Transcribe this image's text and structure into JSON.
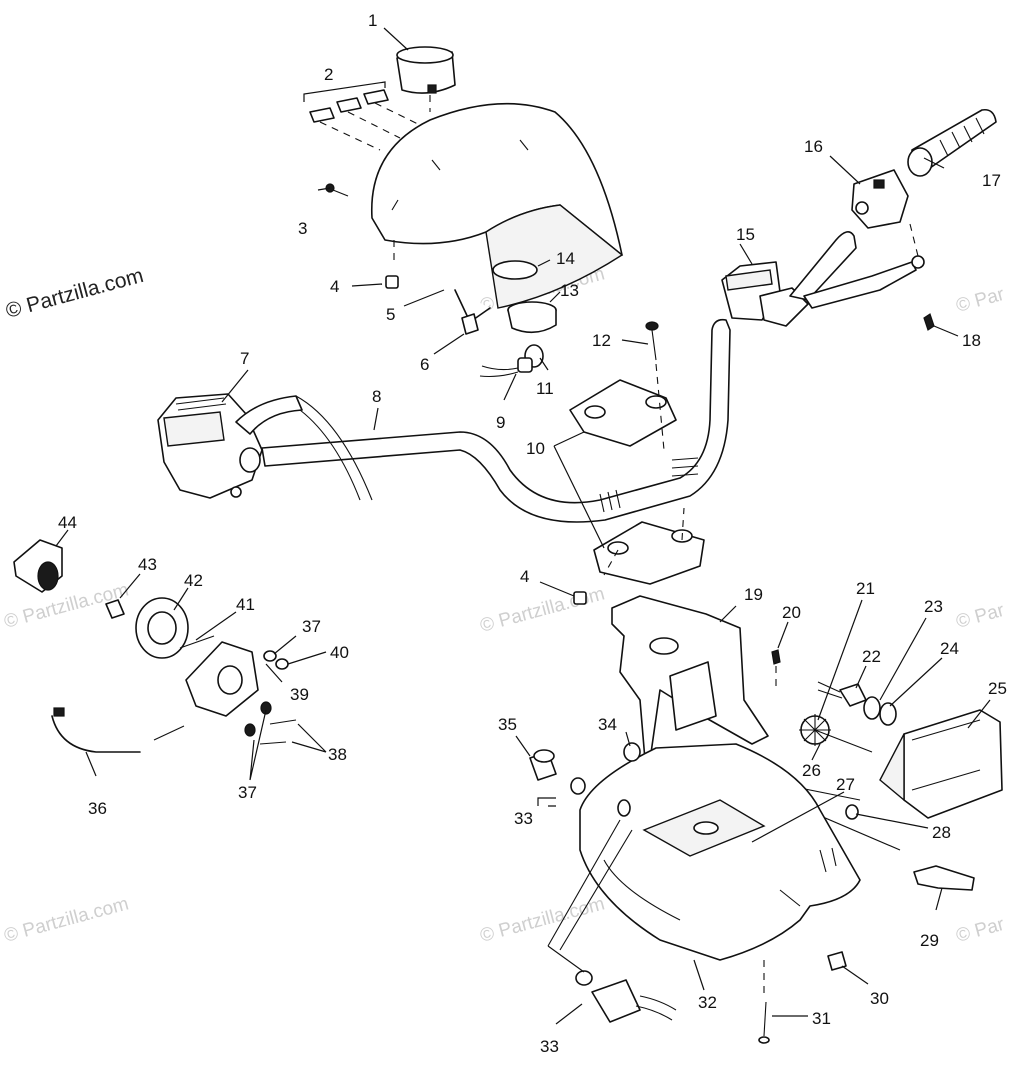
{
  "watermark": {
    "main": "© Partzilla.com",
    "faint": "© Partzilla.com",
    "edge": "© Par"
  },
  "callouts": [
    "1",
    "2",
    "3",
    "4",
    "5",
    "6",
    "7",
    "8",
    "9",
    "10",
    "11",
    "12",
    "13",
    "14",
    "15",
    "16",
    "17",
    "18",
    "19",
    "20",
    "21",
    "22",
    "23",
    "24",
    "25",
    "26",
    "27",
    "28",
    "29",
    "30",
    "31",
    "32",
    "33",
    "34",
    "35",
    "36",
    "37",
    "38",
    "39",
    "40",
    "41",
    "42",
    "43",
    "44"
  ]
}
